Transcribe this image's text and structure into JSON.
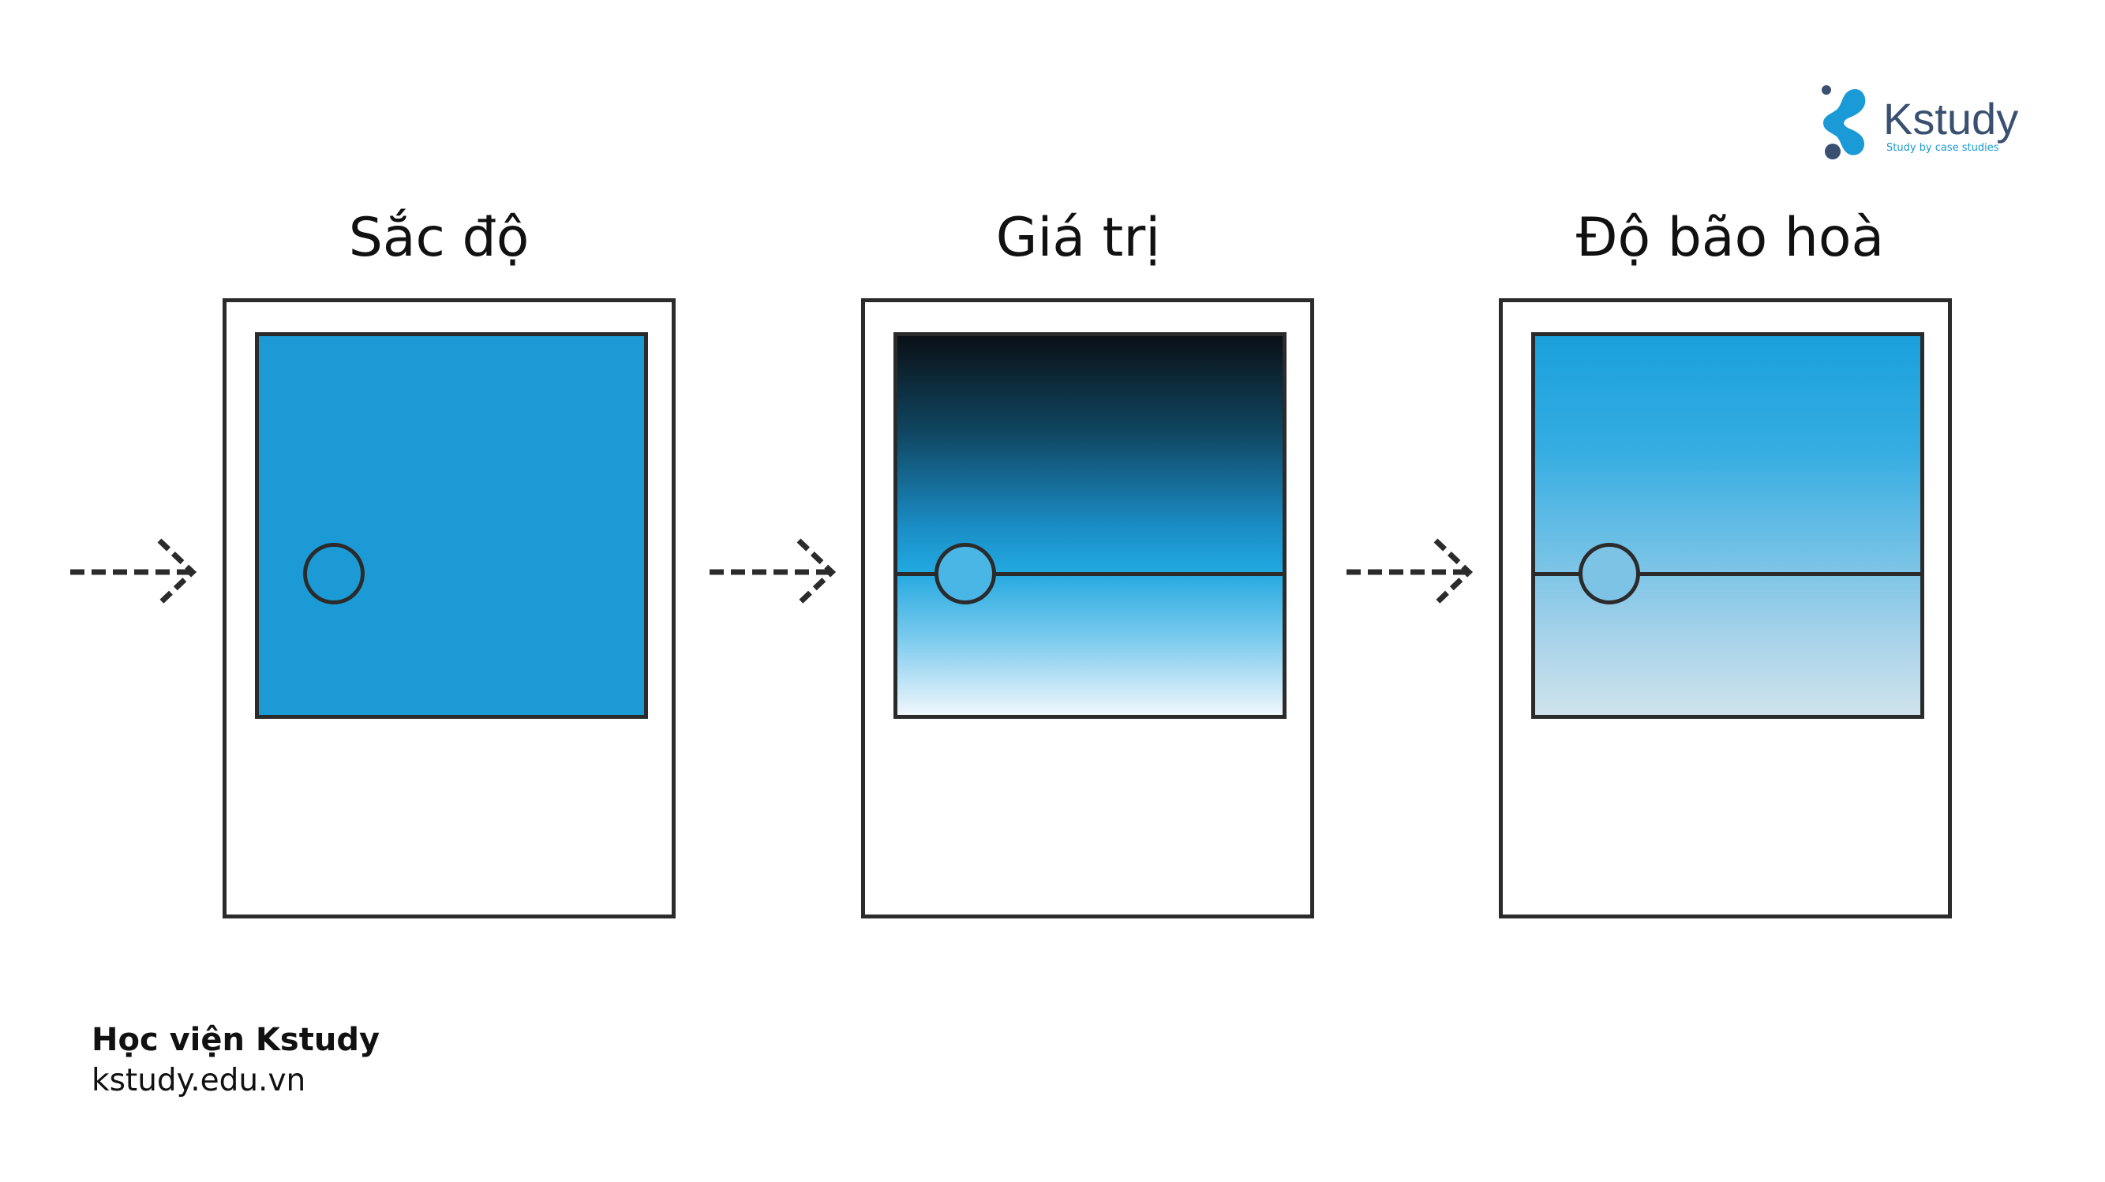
{
  "logo": {
    "brand": "Kstudy",
    "tagline": "Study by case studies",
    "colors": {
      "blue": "#1a9ad6",
      "navy": "#3a5070"
    }
  },
  "panels": [
    {
      "title": "Sắc độ",
      "fill": "solid",
      "colors": [
        "#1b9ad6"
      ]
    },
    {
      "title": "Giá trị",
      "fill": "gradient",
      "colors": [
        "#0a1016",
        "#0f4560",
        "#1a8cc4",
        "#22a8e0",
        "#7ccbee",
        "#f0f7fc"
      ]
    },
    {
      "title": "Độ bão hoà",
      "fill": "gradient",
      "colors": [
        "#1aa0dc",
        "#35ade2",
        "#78c3e6",
        "#a8d3ea",
        "#cfe3ec"
      ]
    }
  ],
  "footer": {
    "name": "Học viện Kstudy",
    "url": "kstudy.edu.vn"
  }
}
